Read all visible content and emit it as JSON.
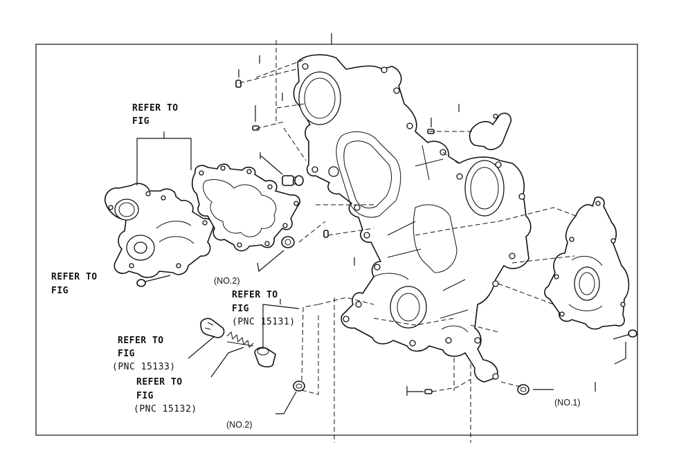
{
  "labels": {
    "refer_top_1": "REFER TO",
    "refer_top_2": "FIG",
    "refer_left_1": "REFER TO",
    "refer_left_2": "FIG",
    "refer_mid_1": "REFER TO",
    "refer_mid_2": "FIG",
    "refer_mid_3": "(PNC 15131)",
    "refer_15133_1": "REFER TO",
    "refer_15133_2": "FIG",
    "refer_15133_3": "(PNC 15133)",
    "refer_15132_1": "REFER TO",
    "refer_15132_2": "FIG",
    "refer_15132_3": "(PNC 15132)",
    "no2_upper": "(NO.2)",
    "no2_lower": "(NO.2)",
    "no1": "(NO.1)"
  }
}
